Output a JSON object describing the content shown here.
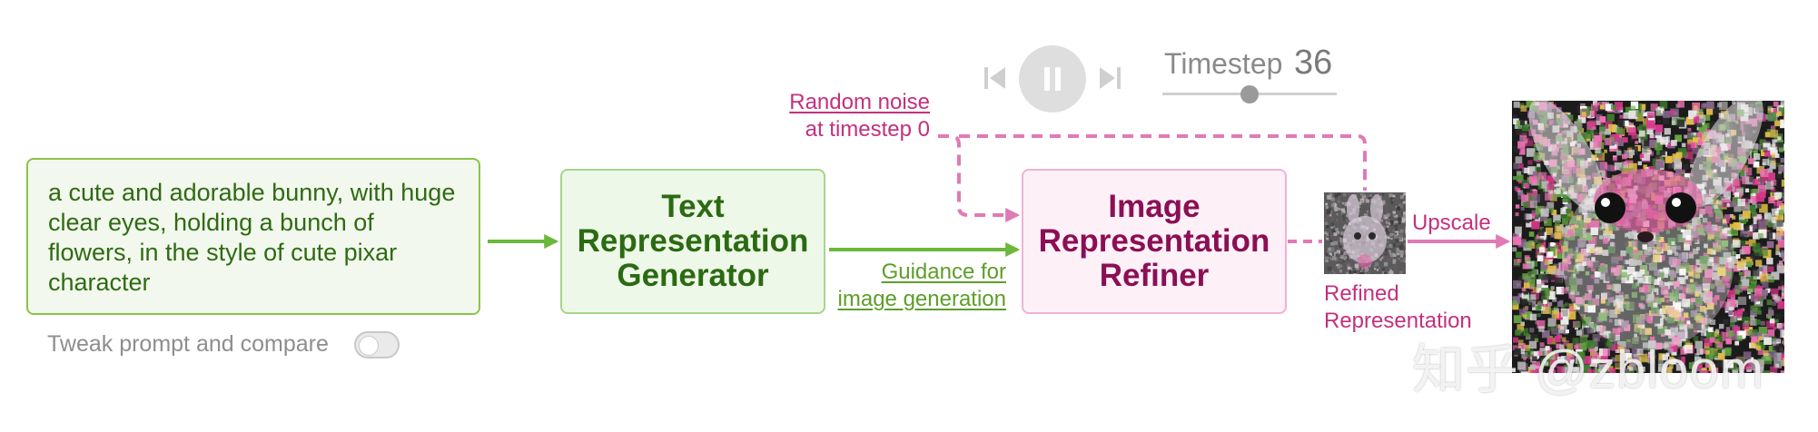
{
  "prompt": {
    "text": "a cute and adorable bunny, with huge clear eyes, holding a bunch of flowers, in the style of cute pixar character"
  },
  "toggle": {
    "label": "Tweak prompt and compare",
    "checked": false
  },
  "generator": {
    "label": "Text Representation Generator"
  },
  "refiner": {
    "label": "Image Representation Refiner"
  },
  "labels": {
    "noise_line1": "Random noise",
    "noise_line2": "at timestep 0",
    "guidance_line1": "Guidance for",
    "guidance_line2": "image generation",
    "upscale": "Upscale",
    "refined_line1": "Refined",
    "refined_line2": "Representation"
  },
  "controls": {
    "prev_icon": "skip-previous-icon",
    "pause_icon": "pause-icon",
    "next_icon": "skip-next-icon"
  },
  "timestep": {
    "label": "Timestep",
    "value": "36",
    "fraction": 0.5
  },
  "watermark": {
    "text": "知乎 @zbloom"
  },
  "colors": {
    "green": "#6bb83a",
    "pink": "#e07ab5",
    "text_green": "#2b6a12",
    "text_pink": "#8b0f55"
  }
}
